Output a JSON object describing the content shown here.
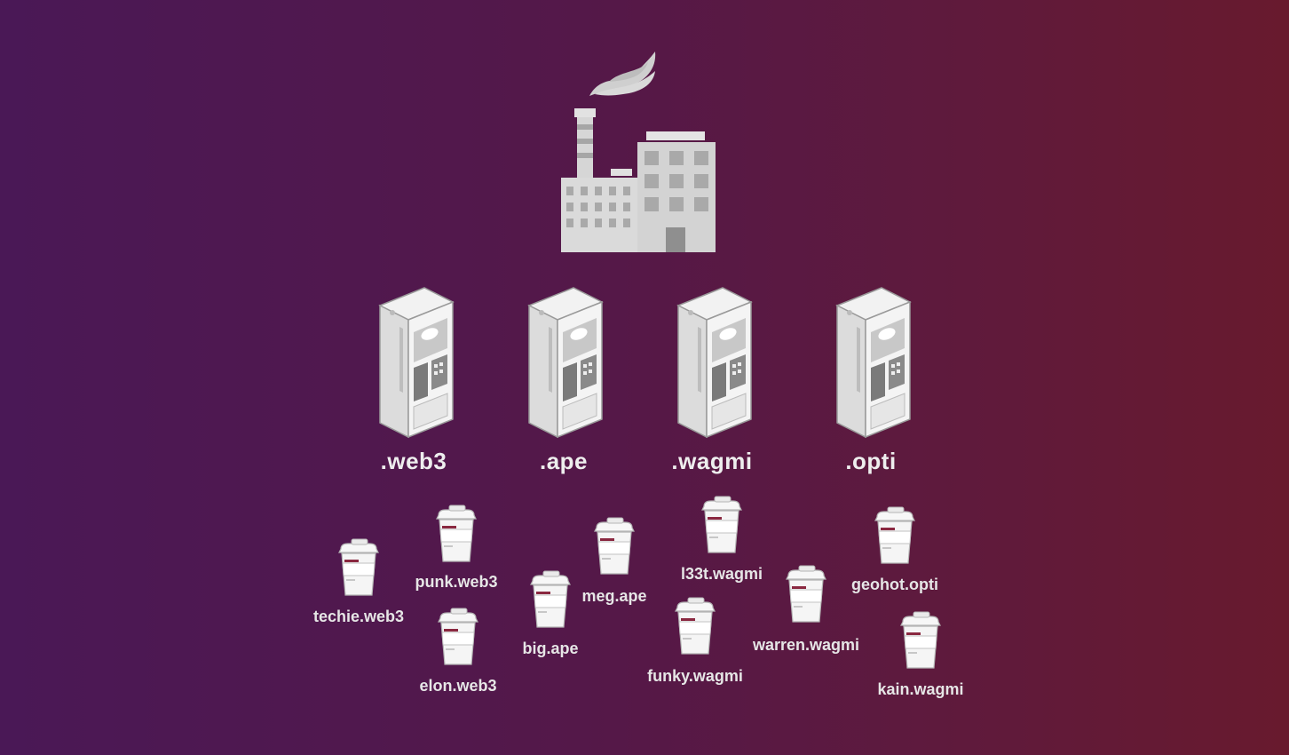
{
  "tlds": [
    {
      "label": ".web3"
    },
    {
      "label": ".ape"
    },
    {
      "label": ".wagmi"
    },
    {
      "label": ".opti"
    }
  ],
  "names": [
    {
      "label": "techie.web3"
    },
    {
      "label": "punk.web3"
    },
    {
      "label": "elon.web3"
    },
    {
      "label": "big.ape"
    },
    {
      "label": "meg.ape"
    },
    {
      "label": "l33t.wagmi"
    },
    {
      "label": "funky.wagmi"
    },
    {
      "label": "warren.wagmi"
    },
    {
      "label": "geohot.opti"
    },
    {
      "label": "kain.wagmi"
    }
  ],
  "icons": {
    "factory": "factory-icon",
    "vending_machine": "vending-machine-icon",
    "cup": "coffee-cup-icon"
  },
  "colors": {
    "background_left": "#4a1856",
    "background_right": "#681a2e",
    "icon_fill": "#d9d9d9",
    "label_text": "#eeeeee"
  }
}
